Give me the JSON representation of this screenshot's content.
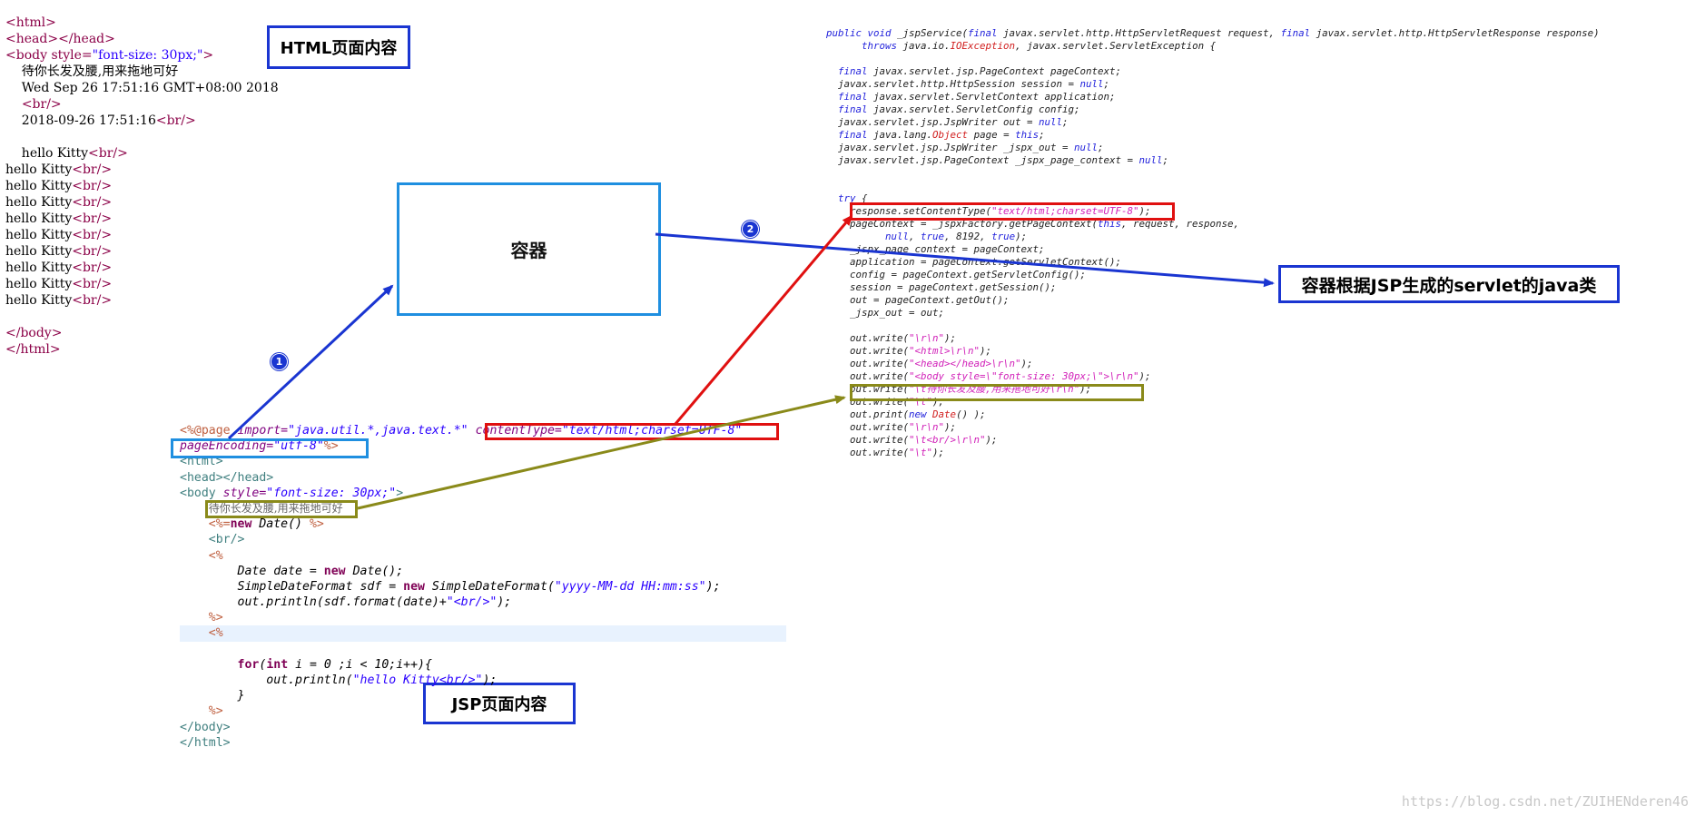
{
  "html_output": {
    "lines": [
      {
        "parts": [
          {
            "t": "<html>",
            "c": "tag"
          }
        ]
      },
      {
        "parts": [
          {
            "t": "<head></head>",
            "c": "tag"
          }
        ]
      },
      {
        "parts": [
          {
            "t": "<body ",
            "c": "tag"
          },
          {
            "t": "style=",
            "c": "attr"
          },
          {
            "t": "\"font-size: 30px;\"",
            "c": "str"
          },
          {
            "t": ">",
            "c": "tag"
          }
        ]
      },
      {
        "parts": [
          {
            "t": "    待你长发及腰,用来拖地可好",
            "c": "normal"
          }
        ]
      },
      {
        "parts": [
          {
            "t": "    Wed Sep 26 17:51:16 GMT+08:00 2018",
            "c": "normal"
          }
        ]
      },
      {
        "parts": [
          {
            "t": "    ",
            "c": "normal"
          },
          {
            "t": "<br/>",
            "c": "tag"
          }
        ]
      },
      {
        "parts": [
          {
            "t": "    2018-09-26 17:51:16",
            "c": "normal"
          },
          {
            "t": "<br/>",
            "c": "tag"
          }
        ]
      },
      {
        "parts": [
          {
            "t": "",
            "c": "normal"
          }
        ]
      },
      {
        "parts": [
          {
            "t": "    hello Kitty",
            "c": "normal"
          },
          {
            "t": "<br/>",
            "c": "tag"
          }
        ]
      },
      {
        "parts": [
          {
            "t": "hello Kitty",
            "c": "normal"
          },
          {
            "t": "<br/>",
            "c": "tag"
          }
        ]
      },
      {
        "parts": [
          {
            "t": "hello Kitty",
            "c": "normal"
          },
          {
            "t": "<br/>",
            "c": "tag"
          }
        ]
      },
      {
        "parts": [
          {
            "t": "hello Kitty",
            "c": "normal"
          },
          {
            "t": "<br/>",
            "c": "tag"
          }
        ]
      },
      {
        "parts": [
          {
            "t": "hello Kitty",
            "c": "normal"
          },
          {
            "t": "<br/>",
            "c": "tag"
          }
        ]
      },
      {
        "parts": [
          {
            "t": "hello Kitty",
            "c": "normal"
          },
          {
            "t": "<br/>",
            "c": "tag"
          }
        ]
      },
      {
        "parts": [
          {
            "t": "hello Kitty",
            "c": "normal"
          },
          {
            "t": "<br/>",
            "c": "tag"
          }
        ]
      },
      {
        "parts": [
          {
            "t": "hello Kitty",
            "c": "normal"
          },
          {
            "t": "<br/>",
            "c": "tag"
          }
        ]
      },
      {
        "parts": [
          {
            "t": "hello Kitty",
            "c": "normal"
          },
          {
            "t": "<br/>",
            "c": "tag"
          }
        ]
      },
      {
        "parts": [
          {
            "t": "hello Kitty",
            "c": "normal"
          },
          {
            "t": "<br/>",
            "c": "tag"
          }
        ]
      },
      {
        "parts": [
          {
            "t": "",
            "c": "normal"
          }
        ]
      },
      {
        "parts": [
          {
            "t": "</body>",
            "c": "tag"
          }
        ]
      },
      {
        "parts": [
          {
            "t": "</html>",
            "c": "tag"
          }
        ]
      }
    ]
  },
  "labels": {
    "html_content": "HTML页面内容",
    "container": "容器",
    "servlet_class": "容器根据JSP生成的servlet的java类",
    "jsp_content": "JSP页面内容",
    "step1": "1",
    "step2": "2"
  },
  "jsp_code": {
    "lines": [
      {
        "parts": [
          {
            "t": "<%@page ",
            "c": "jdir"
          },
          {
            "t": "import=",
            "c": "jattr"
          },
          {
            "t": "\"java.util.*,java.text.*\"",
            "c": "jstr"
          },
          {
            "t": " ",
            "c": ""
          },
          {
            "t": "contentType=",
            "c": "jattr"
          },
          {
            "t": "\"text/html;charset=UTF-8\"",
            "c": "jstr"
          }
        ]
      },
      {
        "parts": [
          {
            "t": "pageEncoding=",
            "c": "jattr"
          },
          {
            "t": "\"utf-8\"",
            "c": "jstr"
          },
          {
            "t": "%>",
            "c": "jdir"
          }
        ]
      },
      {
        "parts": [
          {
            "t": "<html>",
            "c": "jtag"
          }
        ]
      },
      {
        "parts": [
          {
            "t": "<head></head>",
            "c": "jtag"
          }
        ]
      },
      {
        "parts": [
          {
            "t": "<body ",
            "c": "jtag"
          },
          {
            "t": "style=",
            "c": "jattr"
          },
          {
            "t": "\"font-size: 30px;\"",
            "c": "jstr"
          },
          {
            "t": ">",
            "c": "jtag"
          }
        ]
      },
      {
        "parts": [
          {
            "t": "    ",
            "c": ""
          },
          {
            "t": "待你长发及腰,用来拖地可好",
            "c": "jcmt"
          }
        ]
      },
      {
        "parts": [
          {
            "t": "    ",
            "c": ""
          },
          {
            "t": "<%=",
            "c": "jdir"
          },
          {
            "t": "new",
            "c": "kw"
          },
          {
            "t": " Date() ",
            "c": ""
          },
          {
            "t": "%>",
            "c": "jdir"
          }
        ]
      },
      {
        "parts": [
          {
            "t": "    ",
            "c": ""
          },
          {
            "t": "<br/>",
            "c": "jtag"
          }
        ]
      },
      {
        "parts": [
          {
            "t": "    ",
            "c": ""
          },
          {
            "t": "<%",
            "c": "jdir"
          }
        ]
      },
      {
        "parts": [
          {
            "t": "        Date date = ",
            "c": ""
          },
          {
            "t": "new",
            "c": "kw"
          },
          {
            "t": " Date();",
            "c": ""
          }
        ]
      },
      {
        "parts": [
          {
            "t": "        SimpleDateFormat sdf = ",
            "c": ""
          },
          {
            "t": "new",
            "c": "kw"
          },
          {
            "t": " SimpleDateFormat(",
            "c": ""
          },
          {
            "t": "\"yyyy-MM-dd HH:mm:ss\"",
            "c": "jstr"
          },
          {
            "t": ");",
            "c": ""
          }
        ]
      },
      {
        "parts": [
          {
            "t": "        out.println(sdf.format(date)+",
            "c": ""
          },
          {
            "t": "\"<br/>\"",
            "c": "jstr"
          },
          {
            "t": ");",
            "c": ""
          }
        ]
      },
      {
        "parts": [
          {
            "t": "    ",
            "c": ""
          },
          {
            "t": "%>",
            "c": "jdir"
          }
        ]
      },
      {
        "parts": [
          {
            "t": "    ",
            "c": ""
          },
          {
            "t": "<%",
            "c": "jdir"
          }
        ],
        "hl": true
      },
      {
        "parts": [
          {
            "t": "",
            "c": ""
          }
        ]
      },
      {
        "parts": [
          {
            "t": "        ",
            "c": ""
          },
          {
            "t": "for",
            "c": "kw"
          },
          {
            "t": "(",
            "c": ""
          },
          {
            "t": "int",
            "c": "kw"
          },
          {
            "t": " i = 0 ;i < 10;i++){",
            "c": ""
          }
        ]
      },
      {
        "parts": [
          {
            "t": "            out.println(",
            "c": ""
          },
          {
            "t": "\"hello Kitty<br/>\"",
            "c": "jstr"
          },
          {
            "t": ");",
            "c": ""
          }
        ]
      },
      {
        "parts": [
          {
            "t": "        }",
            "c": ""
          }
        ]
      },
      {
        "parts": [
          {
            "t": "    ",
            "c": ""
          },
          {
            "t": "%>",
            "c": "jdir"
          }
        ]
      },
      {
        "parts": [
          {
            "t": "</body>",
            "c": "jtag"
          }
        ]
      },
      {
        "parts": [
          {
            "t": "</html>",
            "c": "jtag"
          }
        ]
      }
    ]
  },
  "servlet_code": {
    "lines": [
      {
        "parts": [
          {
            "t": "public void",
            "c": "skw"
          },
          {
            "t": " _jspService(",
            "c": ""
          },
          {
            "t": "final",
            "c": "skw"
          },
          {
            "t": " javax.servlet.http.HttpServletRequest request, ",
            "c": ""
          },
          {
            "t": "final",
            "c": "skw"
          },
          {
            "t": " javax.servlet.http.HttpServletResponse response)",
            "c": ""
          }
        ]
      },
      {
        "parts": [
          {
            "t": "      ",
            "c": ""
          },
          {
            "t": "throws",
            "c": "skw"
          },
          {
            "t": " java.io.",
            "c": ""
          },
          {
            "t": "IOException",
            "c": "sex"
          },
          {
            "t": ", javax.servlet.ServletException {",
            "c": ""
          }
        ]
      },
      {
        "parts": [
          {
            "t": "",
            "c": ""
          }
        ]
      },
      {
        "parts": [
          {
            "t": "  ",
            "c": ""
          },
          {
            "t": "final",
            "c": "skw"
          },
          {
            "t": " javax.servlet.jsp.PageContext pageContext;",
            "c": ""
          }
        ]
      },
      {
        "parts": [
          {
            "t": "  javax.servlet.http.HttpSession session = ",
            "c": ""
          },
          {
            "t": "null",
            "c": "skw"
          },
          {
            "t": ";",
            "c": ""
          }
        ]
      },
      {
        "parts": [
          {
            "t": "  ",
            "c": ""
          },
          {
            "t": "final",
            "c": "skw"
          },
          {
            "t": " javax.servlet.ServletContext application;",
            "c": ""
          }
        ]
      },
      {
        "parts": [
          {
            "t": "  ",
            "c": ""
          },
          {
            "t": "final",
            "c": "skw"
          },
          {
            "t": " javax.servlet.ServletConfig config;",
            "c": ""
          }
        ]
      },
      {
        "parts": [
          {
            "t": "  javax.servlet.jsp.JspWriter out = ",
            "c": ""
          },
          {
            "t": "null",
            "c": "skw"
          },
          {
            "t": ";",
            "c": ""
          }
        ]
      },
      {
        "parts": [
          {
            "t": "  ",
            "c": ""
          },
          {
            "t": "final",
            "c": "skw"
          },
          {
            "t": " java.lang.",
            "c": ""
          },
          {
            "t": "Object",
            "c": "sex"
          },
          {
            "t": " page = ",
            "c": ""
          },
          {
            "t": "this",
            "c": "skw"
          },
          {
            "t": ";",
            "c": ""
          }
        ]
      },
      {
        "parts": [
          {
            "t": "  javax.servlet.jsp.JspWriter _jspx_out = ",
            "c": ""
          },
          {
            "t": "null",
            "c": "skw"
          },
          {
            "t": ";",
            "c": ""
          }
        ]
      },
      {
        "parts": [
          {
            "t": "  javax.servlet.jsp.PageContext _jspx_page_context = ",
            "c": ""
          },
          {
            "t": "null",
            "c": "skw"
          },
          {
            "t": ";",
            "c": ""
          }
        ]
      },
      {
        "parts": [
          {
            "t": "",
            "c": ""
          }
        ]
      },
      {
        "parts": [
          {
            "t": "",
            "c": ""
          }
        ]
      },
      {
        "parts": [
          {
            "t": "  ",
            "c": ""
          },
          {
            "t": "try",
            "c": "skw"
          },
          {
            "t": " {",
            "c": ""
          }
        ]
      },
      {
        "parts": [
          {
            "t": "    response.setContentType(",
            "c": ""
          },
          {
            "t": "\"text/html;charset=UTF-8\"",
            "c": "sstr"
          },
          {
            "t": ");",
            "c": ""
          }
        ]
      },
      {
        "parts": [
          {
            "t": "    pageContext = _jspxFactory.getPageContext(",
            "c": ""
          },
          {
            "t": "this",
            "c": "skw"
          },
          {
            "t": ", request, response,",
            "c": ""
          }
        ]
      },
      {
        "parts": [
          {
            "t": "          ",
            "c": ""
          },
          {
            "t": "null",
            "c": "skw"
          },
          {
            "t": ", ",
            "c": ""
          },
          {
            "t": "true",
            "c": "skw"
          },
          {
            "t": ", 8192, ",
            "c": ""
          },
          {
            "t": "true",
            "c": "skw"
          },
          {
            "t": ");",
            "c": ""
          }
        ]
      },
      {
        "parts": [
          {
            "t": "    _jspx_page_context = pageContext;",
            "c": ""
          }
        ]
      },
      {
        "parts": [
          {
            "t": "    application = pageContext.getServletContext();",
            "c": ""
          }
        ]
      },
      {
        "parts": [
          {
            "t": "    config = pageContext.getServletConfig();",
            "c": ""
          }
        ]
      },
      {
        "parts": [
          {
            "t": "    session = pageContext.getSession();",
            "c": ""
          }
        ]
      },
      {
        "parts": [
          {
            "t": "    out = pageContext.getOut();",
            "c": ""
          }
        ]
      },
      {
        "parts": [
          {
            "t": "    _jspx_out = out;",
            "c": ""
          }
        ]
      },
      {
        "parts": [
          {
            "t": "",
            "c": ""
          }
        ]
      },
      {
        "parts": [
          {
            "t": "    out.write(",
            "c": ""
          },
          {
            "t": "\"\\r\\n\"",
            "c": "sstr"
          },
          {
            "t": ");",
            "c": ""
          }
        ]
      },
      {
        "parts": [
          {
            "t": "    out.write(",
            "c": ""
          },
          {
            "t": "\"<html>\\r\\n\"",
            "c": "sstr"
          },
          {
            "t": ");",
            "c": ""
          }
        ]
      },
      {
        "parts": [
          {
            "t": "    out.write(",
            "c": ""
          },
          {
            "t": "\"<head></head>\\r\\n\"",
            "c": "sstr"
          },
          {
            "t": ");",
            "c": ""
          }
        ]
      },
      {
        "parts": [
          {
            "t": "    out.write(",
            "c": ""
          },
          {
            "t": "\"<body style=\\\"font-size: 30px;\\\">\\r\\n\"",
            "c": "sstr"
          },
          {
            "t": ");",
            "c": ""
          }
        ]
      },
      {
        "parts": [
          {
            "t": "    out.write(",
            "c": ""
          },
          {
            "t": "\"\\t待你长发及腰,用来拖地可好\\r\\n\"",
            "c": "sstr"
          },
          {
            "t": ");",
            "c": ""
          }
        ]
      },
      {
        "parts": [
          {
            "t": "    out.write(",
            "c": ""
          },
          {
            "t": "\"\\t\"",
            "c": "sstr"
          },
          {
            "t": ");",
            "c": ""
          }
        ]
      },
      {
        "parts": [
          {
            "t": "    out.print(",
            "c": ""
          },
          {
            "t": "new",
            "c": "skw"
          },
          {
            "t": " ",
            "c": ""
          },
          {
            "t": "Date",
            "c": "sex"
          },
          {
            "t": "() );",
            "c": ""
          }
        ]
      },
      {
        "parts": [
          {
            "t": "    out.write(",
            "c": ""
          },
          {
            "t": "\"\\r\\n\"",
            "c": "sstr"
          },
          {
            "t": ");",
            "c": ""
          }
        ]
      },
      {
        "parts": [
          {
            "t": "    out.write(",
            "c": ""
          },
          {
            "t": "\"\\t<br/>\\r\\n\"",
            "c": "sstr"
          },
          {
            "t": ");",
            "c": ""
          }
        ]
      },
      {
        "parts": [
          {
            "t": "    out.write(",
            "c": ""
          },
          {
            "t": "\"\\t\"",
            "c": "sstr"
          },
          {
            "t": ");",
            "c": ""
          }
        ]
      }
    ]
  },
  "watermark": "https://blog.csdn.net/ZUIHENderen46",
  "colors": {
    "arrow_blue": "#1a35d1",
    "arrow_red": "#e01010",
    "arrow_olive": "#8a8a1a",
    "box_lightblue": "#1f8fe0"
  }
}
